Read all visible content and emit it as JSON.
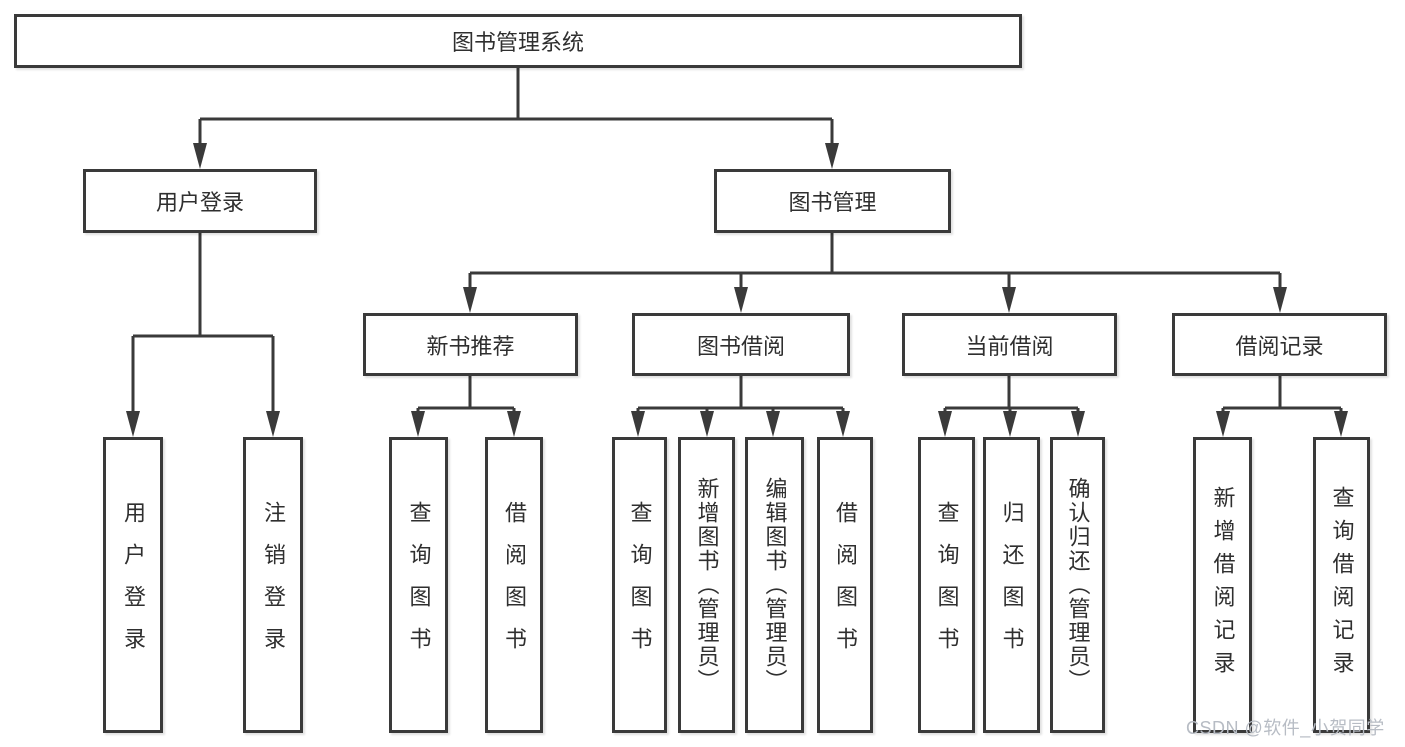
{
  "title": "图书管理系统",
  "watermark": "CSDN @软件_小贺同学",
  "colors": {
    "line": "#3a3a3a",
    "text": "#2f2f2f",
    "watermark": "#b7bcc4",
    "background": "#ffffff"
  },
  "nodes": {
    "root": "图书管理系统",
    "user_login": "用户登录",
    "book_mgmt": "图书管理",
    "new_book_rec": "新书推荐",
    "book_borrow": "图书借阅",
    "current_borrow": "当前借阅",
    "borrow_records": "借阅记录",
    "leaf_user_login": "用户登录",
    "leaf_logout": "注销登录",
    "leaf_query_books_a": "查询图书",
    "leaf_borrow_book_a": "借阅图书",
    "leaf_query_books_b": "查询图书",
    "leaf_add_book": "新增图书（管理员）",
    "leaf_edit_book": "编辑图书（管理员）",
    "leaf_borrow_book_b": "借阅图书",
    "leaf_query_books_c": "查询图书",
    "leaf_return_book": "归还图书",
    "leaf_confirm_return": "确认归还（管理员）",
    "leaf_add_borrow_record": "新增借阅记录",
    "leaf_query_borrow_record": "查询借阅记录"
  },
  "hierarchy": {
    "图书管理系统": [
      "用户登录",
      "图书管理"
    ],
    "用户登录": [
      "用户登录",
      "注销登录"
    ],
    "图书管理": [
      "新书推荐",
      "图书借阅",
      "当前借阅",
      "借阅记录"
    ],
    "新书推荐": [
      "查询图书",
      "借阅图书"
    ],
    "图书借阅": [
      "查询图书",
      "新增图书（管理员）",
      "编辑图书（管理员）",
      "借阅图书"
    ],
    "当前借阅": [
      "查询图书",
      "归还图书",
      "确认归还（管理员）"
    ],
    "借阅记录": [
      "新增借阅记录",
      "查询借阅记录"
    ]
  }
}
